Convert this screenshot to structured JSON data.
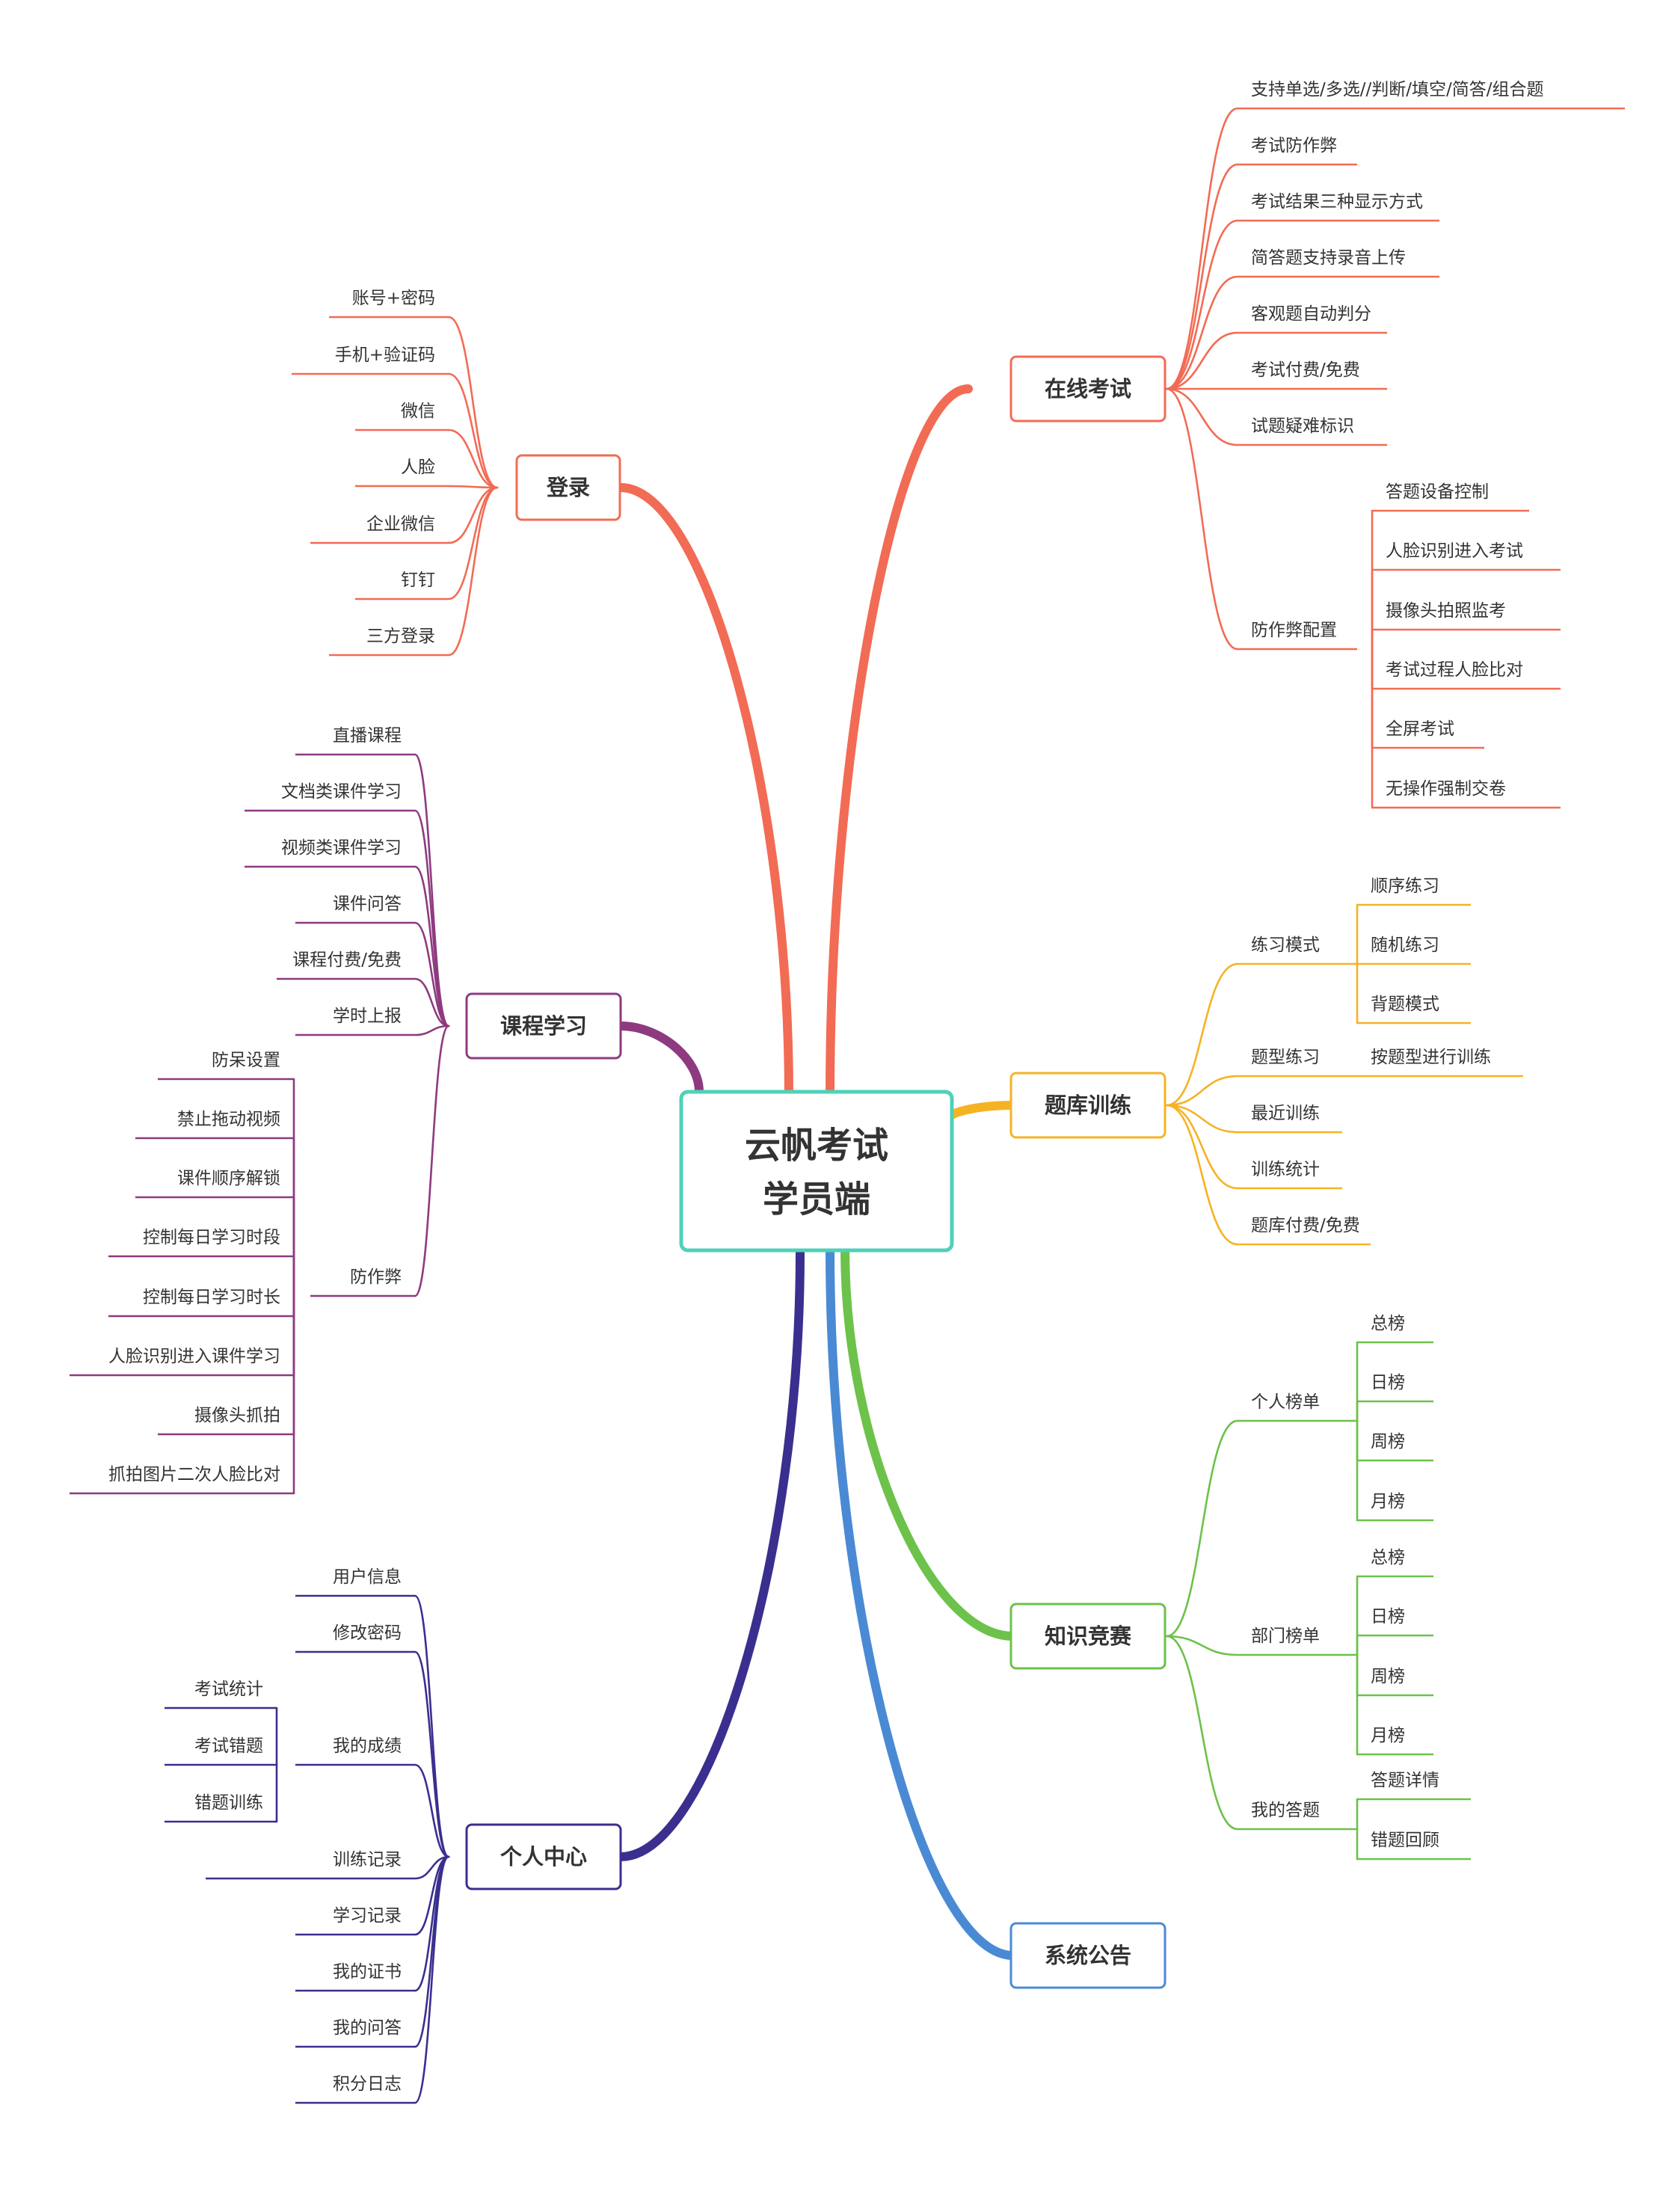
{
  "central": {
    "line1": "云帆考试",
    "line2": "学员端",
    "color": "#4fd1b8"
  },
  "branches": [
    {
      "id": "online_exam",
      "label": "在线考试",
      "color": "#f26b54",
      "leaves": [
        "支持单选/多选//判断/填空/简答/组合题",
        "考试防作弊",
        "考试结果三种显示方式",
        "简答题支持录音上传",
        "客观题自动判分",
        "考试付费/免费",
        "试题疑难标识",
        "防作弊配置"
      ],
      "sub": {
        "parent": "防作弊配置",
        "items": [
          "答题设备控制",
          "人脸识别进入考试",
          "摄像头拍照监考",
          "考试过程人脸比对",
          "全屏考试",
          "无操作强制交卷"
        ]
      }
    },
    {
      "id": "question_bank",
      "label": "题库训练",
      "color": "#f5b324",
      "leaves": [
        "练习模式",
        "题型练习",
        "最近训练",
        "训练统计",
        "题库付费/免费"
      ],
      "sub1": {
        "parent": "练习模式",
        "items": [
          "顺序练习",
          "随机练习",
          "背题模式"
        ]
      },
      "sub2": {
        "parent": "题型练习",
        "items": [
          "按题型进行训练"
        ]
      }
    },
    {
      "id": "contest",
      "label": "知识竞赛",
      "color": "#6cc24a",
      "leaves": [
        "个人榜单",
        "部门榜单",
        "我的答题"
      ],
      "sub1": {
        "parent": "个人榜单",
        "items": [
          "总榜",
          "日榜",
          "周榜",
          "月榜"
        ]
      },
      "sub2": {
        "parent": "部门榜单",
        "items": [
          "总榜",
          "日榜",
          "周榜",
          "月榜"
        ]
      },
      "sub3": {
        "parent": "我的答题",
        "items": [
          "答题详情",
          "错题回顾"
        ]
      }
    },
    {
      "id": "notice",
      "label": "系统公告",
      "color": "#4a8ad4",
      "leaves": []
    },
    {
      "id": "login",
      "label": "登录",
      "color": "#f26b54",
      "leaves": [
        "账号+密码",
        "手机+验证码",
        "微信",
        "人脸",
        "企业微信",
        "钉钉",
        "三方登录"
      ]
    },
    {
      "id": "course",
      "label": "课程学习",
      "color": "#8e3a80",
      "leaves": [
        "直播课程",
        "文档类课件学习",
        "视频类课件学习",
        "课件问答",
        "课程付费/免费",
        "学时上报",
        "防作弊"
      ],
      "sub": {
        "parent": "防作弊",
        "items": [
          "防呆设置",
          "禁止拖动视频",
          "课件顺序解锁",
          "控制每日学习时段",
          "控制每日学习时长",
          "人脸识别进入课件学习",
          "摄像头抓拍",
          "抓拍图片二次人脸比对"
        ]
      }
    },
    {
      "id": "personal",
      "label": "个人中心",
      "color": "#3a2f8f",
      "leaves": [
        "用户信息",
        "修改密码",
        "我的成绩",
        "训练记录",
        "学习记录",
        "我的证书",
        "我的问答",
        "积分日志"
      ],
      "sub": {
        "parent": "我的成绩",
        "items": [
          "考试统计",
          "考试错题",
          "错题训练"
        ]
      }
    }
  ]
}
